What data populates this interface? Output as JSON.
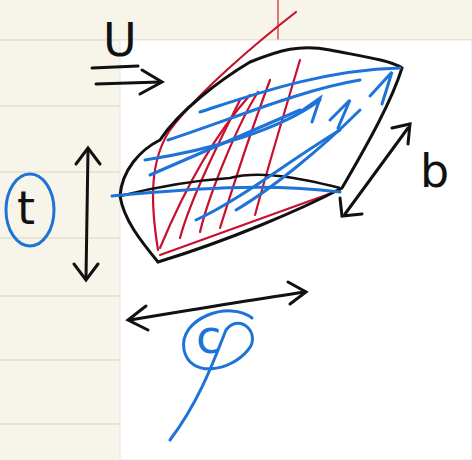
{
  "diagram": {
    "labels": [
      "U",
      "t",
      "b",
      "c"
    ]
  }
}
